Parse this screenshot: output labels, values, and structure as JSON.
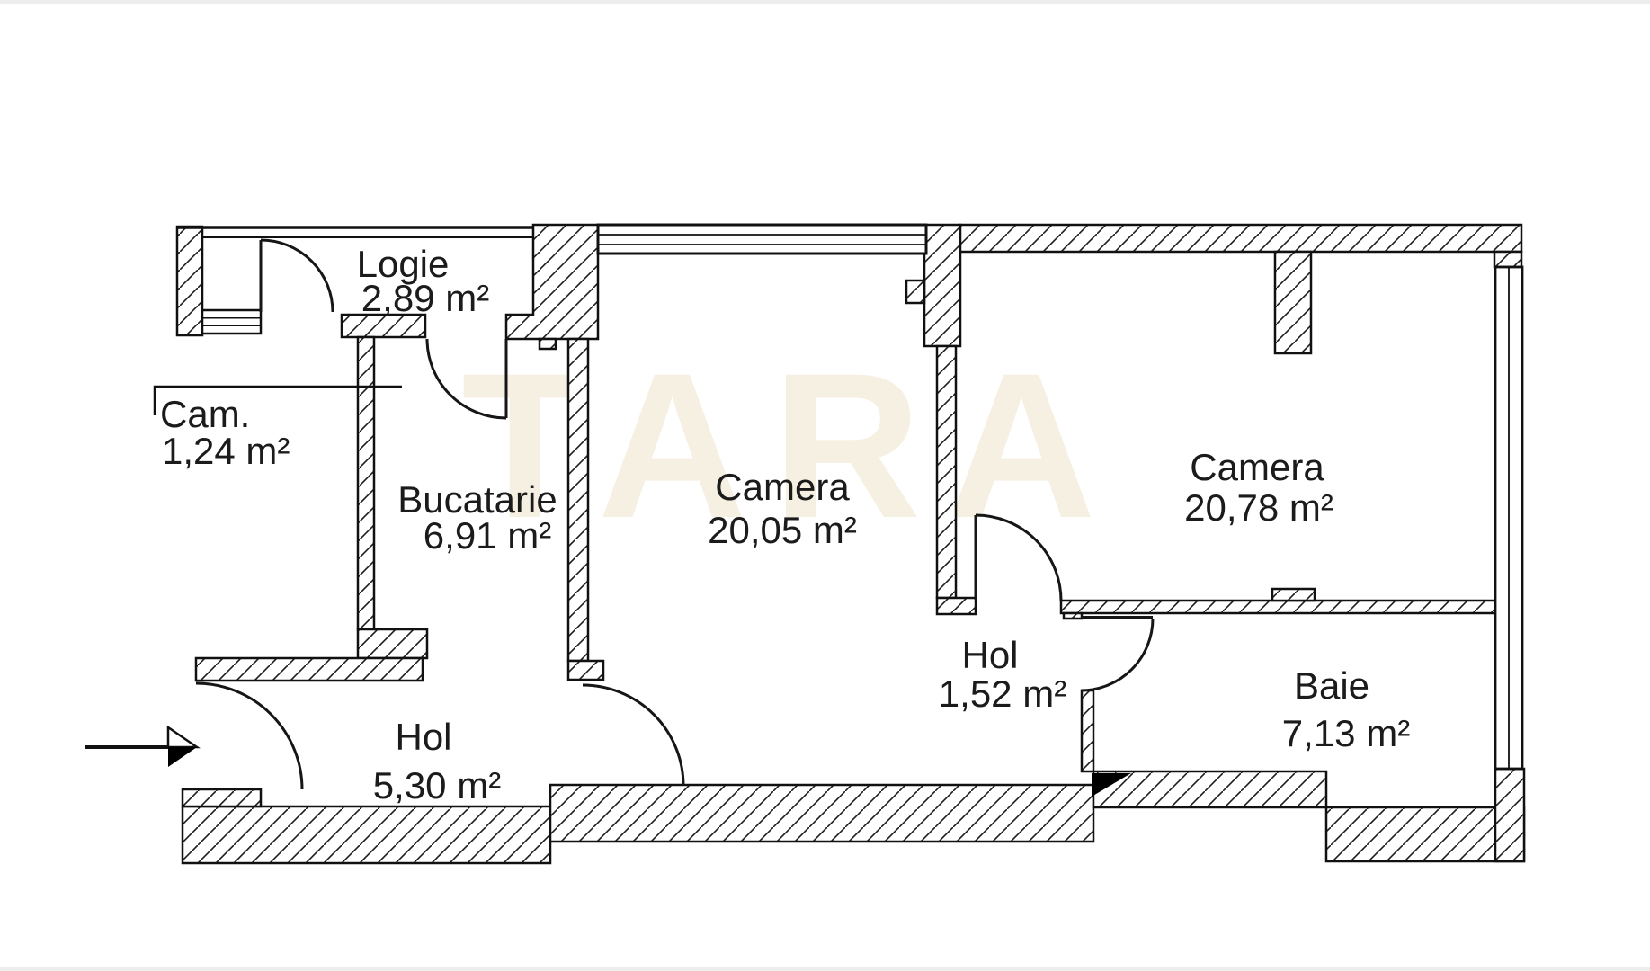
{
  "plan": {
    "watermark": "TARA",
    "rooms": {
      "logie": {
        "name": "Logie",
        "area": "2,89 m²"
      },
      "camara": {
        "name": "Cam.",
        "area": "1,24 m²"
      },
      "bucatarie": {
        "name": "Bucatarie",
        "area": "6,91 m²"
      },
      "camera1": {
        "name": "Camera",
        "area": "20,05 m²"
      },
      "camera2": {
        "name": "Camera",
        "area": "20,78 m²"
      },
      "hol_mare": {
        "name": "Hol",
        "area": "5,30 m²"
      },
      "hol_mic": {
        "name": "Hol",
        "area": "1,52 m²"
      },
      "baie": {
        "name": "Baie",
        "area": "7,13 m²"
      }
    }
  }
}
